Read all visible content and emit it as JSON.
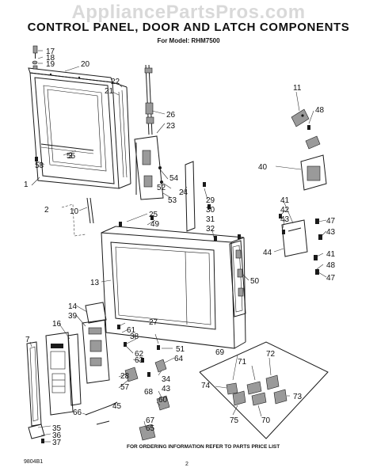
{
  "watermark": "AppliancePartsPros.com",
  "title": "CONTROL PANEL, DOOR AND LATCH COMPONENTS",
  "subtitle": "For Model: RHM7500",
  "footer_note": "FOR ORDERING INFORMATION REFER TO PARTS PRICE LIST",
  "doc_code": "9804B1",
  "page_number": "2",
  "callouts": [
    "1",
    "2",
    "3",
    "7",
    "10",
    "11",
    "13",
    "14",
    "16",
    "17",
    "18",
    "19",
    "20",
    "21",
    "22",
    "23",
    "24",
    "25",
    "26",
    "27",
    "28",
    "29",
    "30",
    "31",
    "32",
    "34",
    "35",
    "36",
    "37",
    "38",
    "39",
    "40",
    "41",
    "41",
    "42",
    "43",
    "43",
    "43",
    "44",
    "45",
    "47",
    "47",
    "48",
    "48",
    "49",
    "50",
    "51",
    "52",
    "53",
    "54",
    "55",
    "57",
    "58",
    "60",
    "61",
    "62",
    "63",
    "64",
    "65",
    "66",
    "67",
    "68",
    "69",
    "70",
    "71",
    "72",
    "73",
    "74",
    "75"
  ]
}
